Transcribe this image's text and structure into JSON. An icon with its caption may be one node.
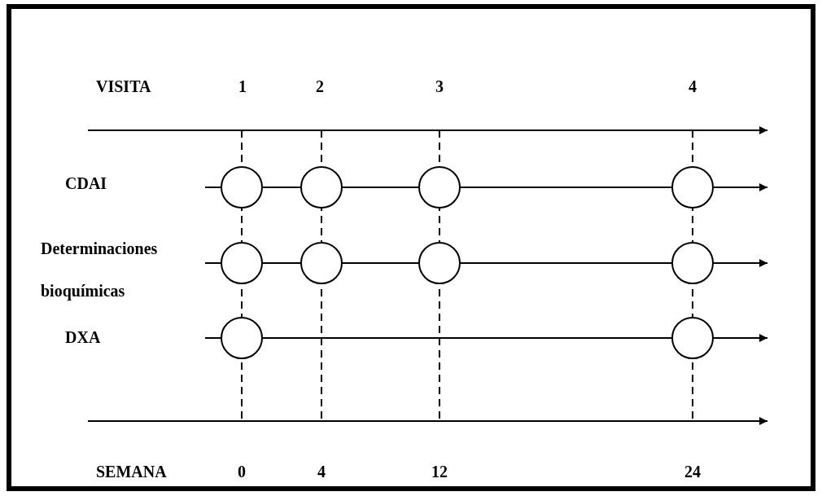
{
  "diagram": {
    "nodes": [
      {
        "text": [],
        "shape": "circle"
      },
      {
        "text": [],
        "shape": "circle"
      },
      {
        "text": [],
        "shape": "circle"
      },
      {
        "text": [],
        "shape": "circle"
      },
      {
        "text": [],
        "shape": "circle"
      },
      {
        "text": [],
        "shape": "circle"
      },
      {
        "text": [],
        "shape": "circle"
      },
      {
        "text": [],
        "shape": "circle"
      },
      {
        "text": [],
        "shape": "circle"
      },
      {
        "text": [],
        "shape": "circle"
      }
    ],
    "edges": [
      {
        "from": null,
        "to": 0,
        "arrow": "none"
      },
      {
        "from": 0,
        "to": 1,
        "arrow": "none"
      },
      {
        "from": 1,
        "to": 2,
        "arrow": "none"
      },
      {
        "from": 2,
        "to": 3,
        "arrow": "none"
      },
      {
        "from": 3,
        "to": null,
        "arrow": "to"
      },
      {
        "from": null,
        "to": 4,
        "arrow": "none"
      },
      {
        "from": 4,
        "to": 5,
        "arrow": "none"
      },
      {
        "from": 5,
        "to": 6,
        "arrow": "none"
      },
      {
        "from": 6,
        "to": 7,
        "arrow": "none"
      },
      {
        "from": 7,
        "to": null,
        "arrow": "to"
      },
      {
        "from": null,
        "to": 8,
        "arrow": "none"
      },
      {
        "from": 8,
        "to": 9,
        "arrow": "none"
      },
      {
        "from": 9,
        "to": null,
        "arrow": "to"
      }
    ],
    "labels": [
      "VISITA",
      "1",
      "2",
      "3",
      "4",
      "CDAI",
      "Determinaciones bioquímicas",
      "DXA",
      "SEMANA",
      "0",
      "4",
      "12",
      "24"
    ]
  }
}
